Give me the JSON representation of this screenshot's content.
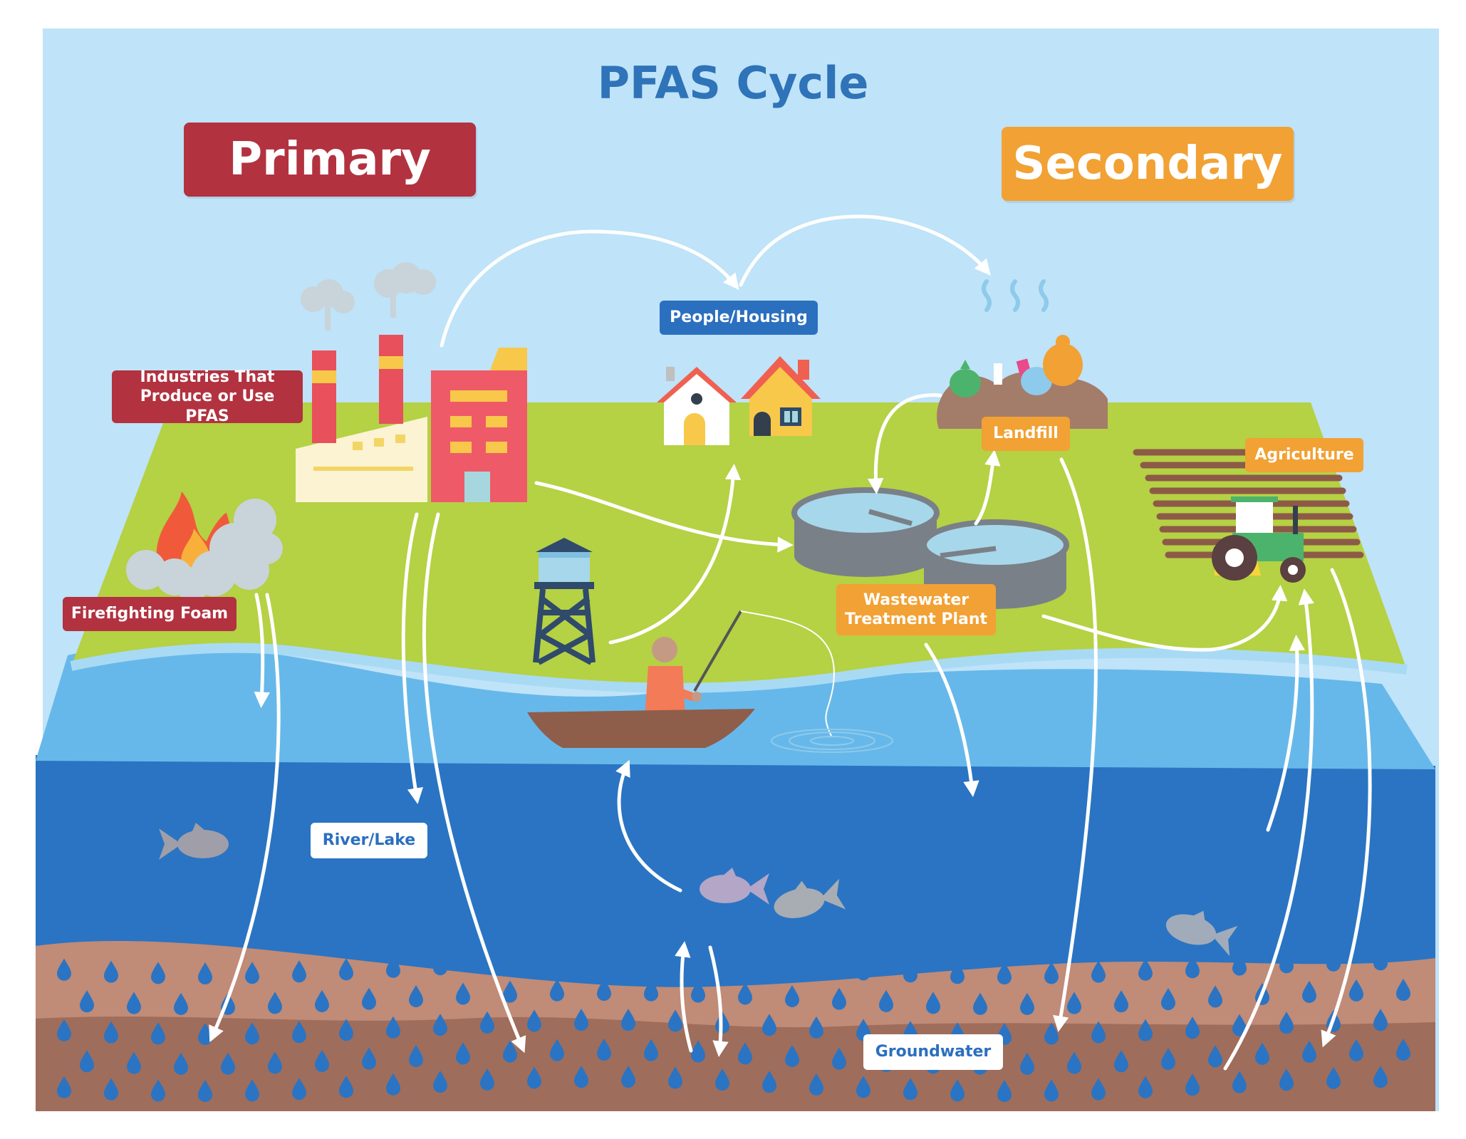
{
  "title": "PFAS Cycle",
  "colors": {
    "sky": "#BFE3F8",
    "land": "#B5D144",
    "shallow_water": "#67B8EA",
    "deep_water": "#2A74C3",
    "soil": "#C08B77",
    "soil_dark": "#9F6D5B",
    "primary": "#B23240",
    "secondary": "#F2A134",
    "title_blue": "#2F73B8"
  },
  "headers": {
    "primary": "Primary",
    "secondary": "Secondary"
  },
  "labels": {
    "industries": "Industries That Produce or Use PFAS",
    "firefighting": "Firefighting Foam",
    "people_housing": "People/Housing",
    "landfill": "Landfill",
    "agriculture": "Agriculture",
    "wastewater": "Wastewater Treatment Plant",
    "river_lake": "River/Lake",
    "groundwater": "Groundwater"
  },
  "icons": [
    "factory-icon",
    "fire-icon",
    "house-icon",
    "landfill-icon",
    "tractor-icon",
    "water-tower-icon",
    "treatment-tank-icon",
    "boat-icon",
    "fisherman-icon",
    "fish-icon",
    "water-drop-icon",
    "smoke-icon"
  ]
}
